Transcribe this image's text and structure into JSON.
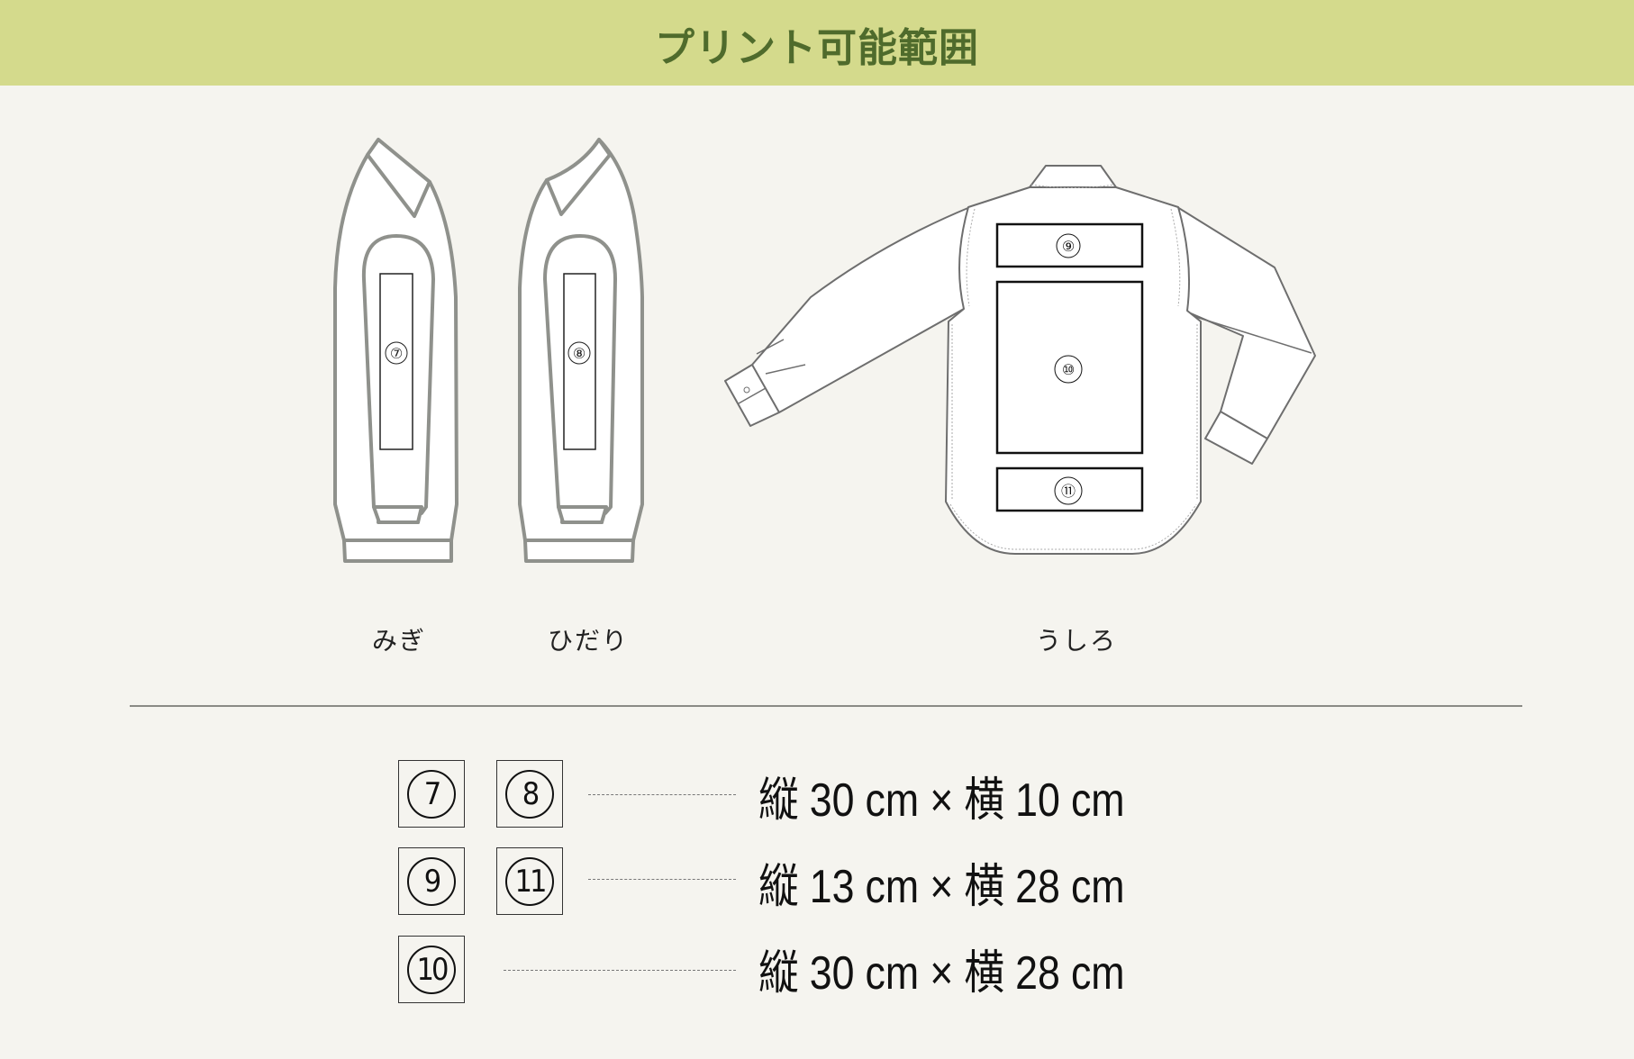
{
  "header": {
    "title": "プリント可能範囲",
    "background": "#d4da8c",
    "text_color": "#4f6b2c"
  },
  "views": [
    {
      "id": "right",
      "label": "みぎ",
      "areas": [
        "⑦"
      ]
    },
    {
      "id": "left",
      "label": "ひだり",
      "areas": [
        "⑧"
      ]
    },
    {
      "id": "back",
      "label": "うしろ",
      "areas": [
        "⑨",
        "⑩",
        "⑪"
      ]
    }
  ],
  "garment_marks": {
    "m7": "⑦",
    "m8": "⑧",
    "m9": "⑨",
    "m10": "⑩",
    "m11": "⑪"
  },
  "legend": [
    {
      "areas": [
        "7",
        "8"
      ],
      "vertical_label": "縦",
      "vertical_value": "30",
      "times": "×",
      "horizontal_label": "横",
      "horizontal_value": "10",
      "unit": "cm"
    },
    {
      "areas": [
        "9",
        "11"
      ],
      "vertical_label": "縦",
      "vertical_value": "13",
      "times": "×",
      "horizontal_label": "横",
      "horizontal_value": "28",
      "unit": "cm"
    },
    {
      "areas": [
        "10"
      ],
      "vertical_label": "縦",
      "vertical_value": "30",
      "times": "×",
      "horizontal_label": "横",
      "horizontal_value": "28",
      "unit": "cm"
    }
  ],
  "colors": {
    "page_bg": "#f5f4ef",
    "outline_gray": "#8f918c",
    "shirt_line": "#6e6e6e"
  }
}
